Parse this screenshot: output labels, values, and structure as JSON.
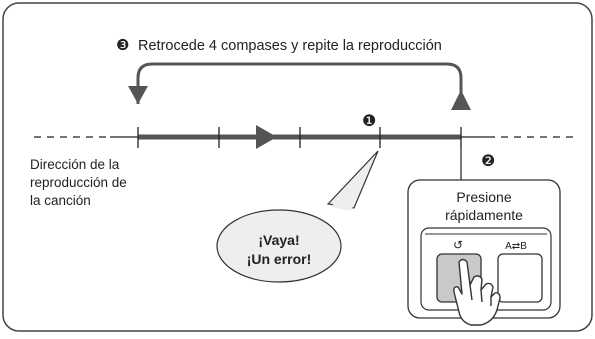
{
  "step3": {
    "marker": "❸",
    "label": "Retrocede 4 compases y repite la reproducción"
  },
  "step1": {
    "marker": "❶"
  },
  "step2": {
    "marker": "❷"
  },
  "direction_label": [
    "Dirección de la",
    "reproducción de",
    "la canción"
  ],
  "bubble": {
    "line1": "¡Vaya!",
    "line2": "¡Un error!"
  },
  "press_box": {
    "line1": "Presione",
    "line2": "rápidamente"
  },
  "buttons": {
    "left_symbol": "↺",
    "right_symbol": "A⇄B"
  },
  "colors": {
    "track": "#555555",
    "bubble_fill": "#eeeeee",
    "button_fill": "#c9c9c9",
    "ink": "#222222"
  }
}
